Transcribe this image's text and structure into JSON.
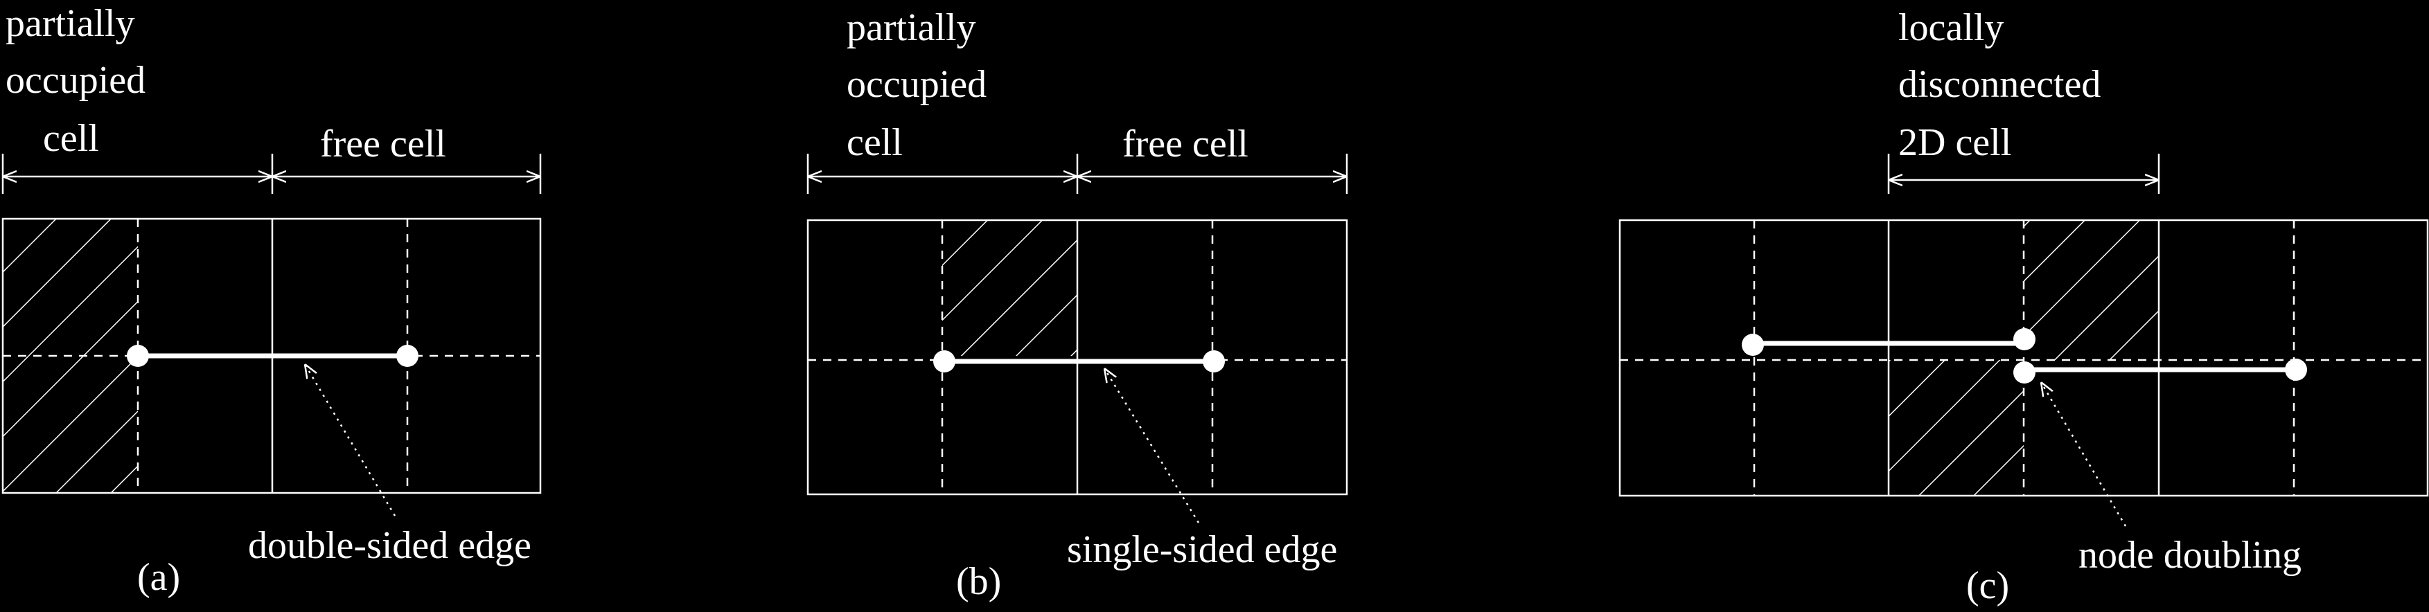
{
  "panels": {
    "a": {
      "label": "(a)",
      "left_region": [
        "partially",
        "occupied",
        "cell"
      ],
      "right_region": "free cell",
      "edge_label": "double-sided edge"
    },
    "b": {
      "label": "(b)",
      "left_region": [
        "partially",
        "occupied",
        "cell"
      ],
      "right_region": "free cell",
      "edge_label": "single-sided edge"
    },
    "c": {
      "label": "(c)",
      "region": [
        "locally",
        "disconnected",
        "2D cell"
      ],
      "edge_label": "node doubling"
    }
  },
  "colors": {
    "background": "#000000",
    "foreground": "#ffffff"
  }
}
